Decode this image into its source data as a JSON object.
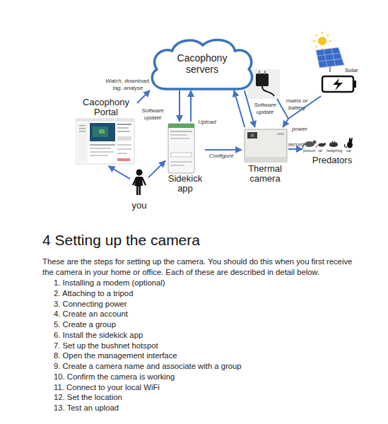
{
  "diagram": {
    "title": "4 Setting up the camera",
    "nodes": [
      {
        "text": [
          "Cacophony servers"
        ]
      },
      {
        "text": [
          "Solar"
        ]
      },
      {
        "text": [
          "Cacophony Portal"
        ]
      },
      {
        "text": [
          "Sidekick app"
        ]
      },
      {
        "text": [
          "Thermal camera"
        ]
      },
      {
        "text": [
          "Predators"
        ]
      },
      {
        "text": [
          "you"
        ]
      }
    ],
    "edges": [
      {
        "from": 2,
        "to": 0,
        "label": "Watch, download, tag, analyse",
        "arrow": "to"
      },
      {
        "from": 0,
        "to": 3,
        "label": "Software update",
        "arrow": "to"
      },
      {
        "from": 3,
        "to": 0,
        "label": "Upload",
        "arrow": "to"
      },
      {
        "from": 0,
        "to": 4,
        "label": "Software update",
        "arrow": "to"
      },
      {
        "from": 4,
        "to": 0,
        "arrow": "to"
      },
      {
        "from": 3,
        "to": 4,
        "label": "Configure",
        "arrow": "to"
      },
      {
        "from": 6,
        "to": 2,
        "arrow": "to"
      },
      {
        "from": 6,
        "to": 3,
        "arrow": "to"
      },
      {
        "from": 4,
        "to": 5,
        "label": "record",
        "arrow": "to"
      },
      {
        "from": 1,
        "to": 4,
        "label": "power",
        "arrow": "to"
      }
    ],
    "labels": [
      "mains or battery",
      "possum",
      "rat",
      "hedgehog",
      "cat",
      "These are the steps for setting up the camera. You should do this when you first receive the camera in your home or office. Each of these are described in detail below.",
      "1. Installing a modem (optional)",
      "2. Attaching to a tripod",
      "3. Connecting power",
      "4. Create an account",
      "5. Create a group",
      "6. Install the sidekick app",
      "7. Set up the bushnet hotspot",
      "8. Open the management interface",
      "9. Create a camera name and associate with a group",
      "10. Confirm the camera is working",
      "11. Connect to your local WiFi",
      "12. Set the location",
      "13. Test an upload"
    ]
  }
}
